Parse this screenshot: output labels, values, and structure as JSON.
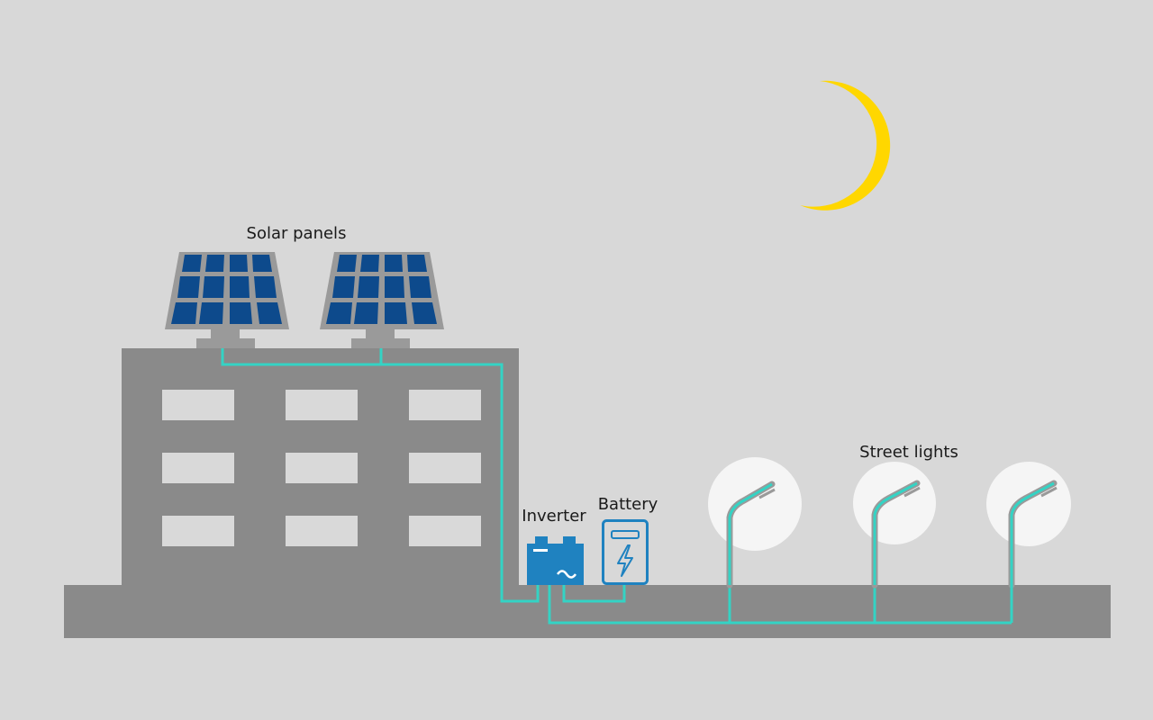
{
  "labels": {
    "solar_panels": "Solar panels",
    "street_lights": "Street lights",
    "inverter": "Inverter",
    "battery": "Battery"
  },
  "icons": {
    "moon": "crescent-moon-icon",
    "panel": "solar-panel-icon",
    "inverter": "inverter-icon",
    "battery": "battery-icon",
    "street_light": "street-light-icon"
  },
  "colors": {
    "background": "#d8d8d8",
    "building": "#8a8a8a",
    "window": "#d9d9d9",
    "wire": "#34d3c4",
    "moon": "#ffd700",
    "panel_cell": "#0d4a8c",
    "panel_frame": "#9a9a9a",
    "inverter": "#1f82c0",
    "battery_stroke": "#1f82c0",
    "light_glow": "#ffffff"
  }
}
